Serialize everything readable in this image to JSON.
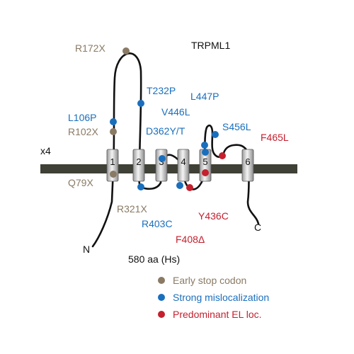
{
  "title": "TRPML1",
  "oligomer": "x4",
  "length_label": "580 aa (Hs)",
  "termini": {
    "n": "N",
    "c": "C"
  },
  "segments": [
    "1",
    "2",
    "3",
    "4",
    "5",
    "6"
  ],
  "colors": {
    "early_stop": "#8a7a64",
    "mislocalization": "#1a6fbd",
    "el": "#c4202e",
    "membrane": "#3f4036",
    "chain": "#111111"
  },
  "mutations": {
    "r172x": "R172X",
    "t232p": "T232P",
    "l106p": "L106P",
    "r102x": "R102X",
    "q79x": "Q79X",
    "l447p": "L447P",
    "v446l": "V446L",
    "d362yt": "D362Y/T",
    "s456l": "S456L",
    "f465l": "F465L",
    "r321x": "R321X",
    "r403c": "R403C",
    "y436c": "Y436C",
    "f408d": "F408Δ"
  },
  "legend": {
    "early_stop": "Early stop codon",
    "mislocalization": "Strong mislocalization",
    "el": "Predominant EL loc."
  }
}
